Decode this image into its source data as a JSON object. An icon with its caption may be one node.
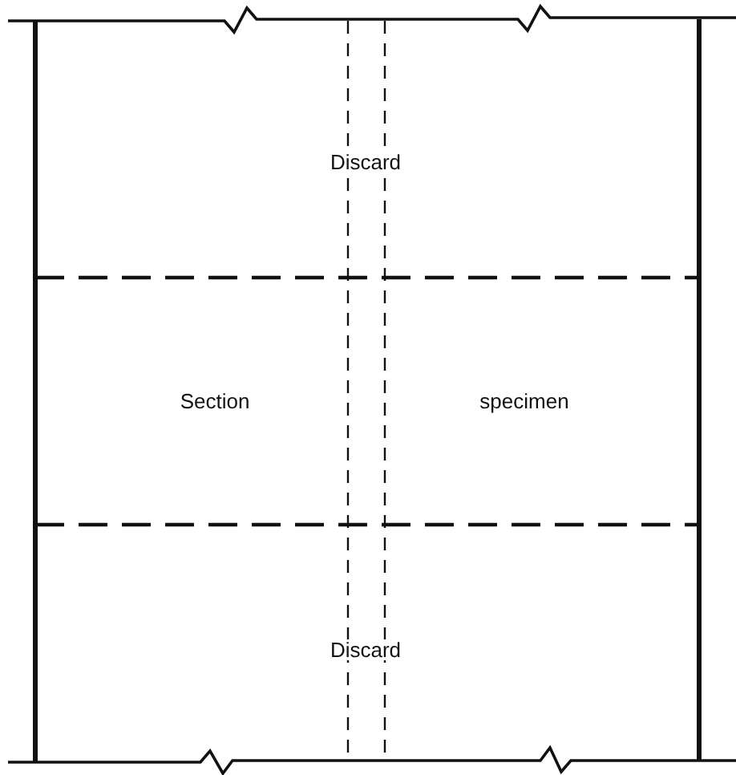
{
  "diagram": {
    "labels": [
      "Discard",
      "Section",
      "specimen",
      "Discard"
    ]
  }
}
